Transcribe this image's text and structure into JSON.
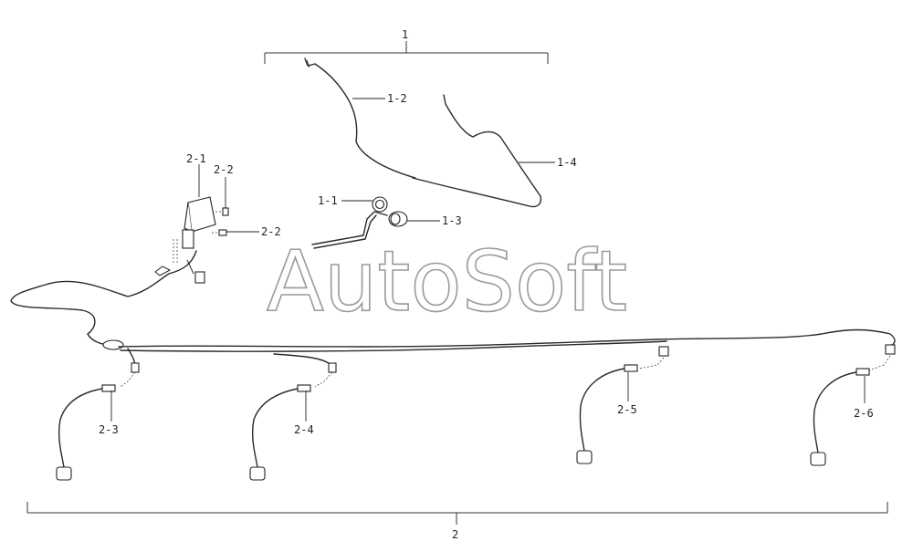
{
  "watermark": "AutoSoft",
  "labels": {
    "l1": "1",
    "l1_2": "1-2",
    "l1_4": "1-4",
    "l1_1": "1-1",
    "l1_3": "1-3",
    "l2_1": "2-1",
    "l2_2a": "2-2",
    "l2_2b": "2-2",
    "l2_3": "2-3",
    "l2_4": "2-4",
    "l2_5": "2-5",
    "l2_6": "2-6",
    "l2": "2"
  }
}
